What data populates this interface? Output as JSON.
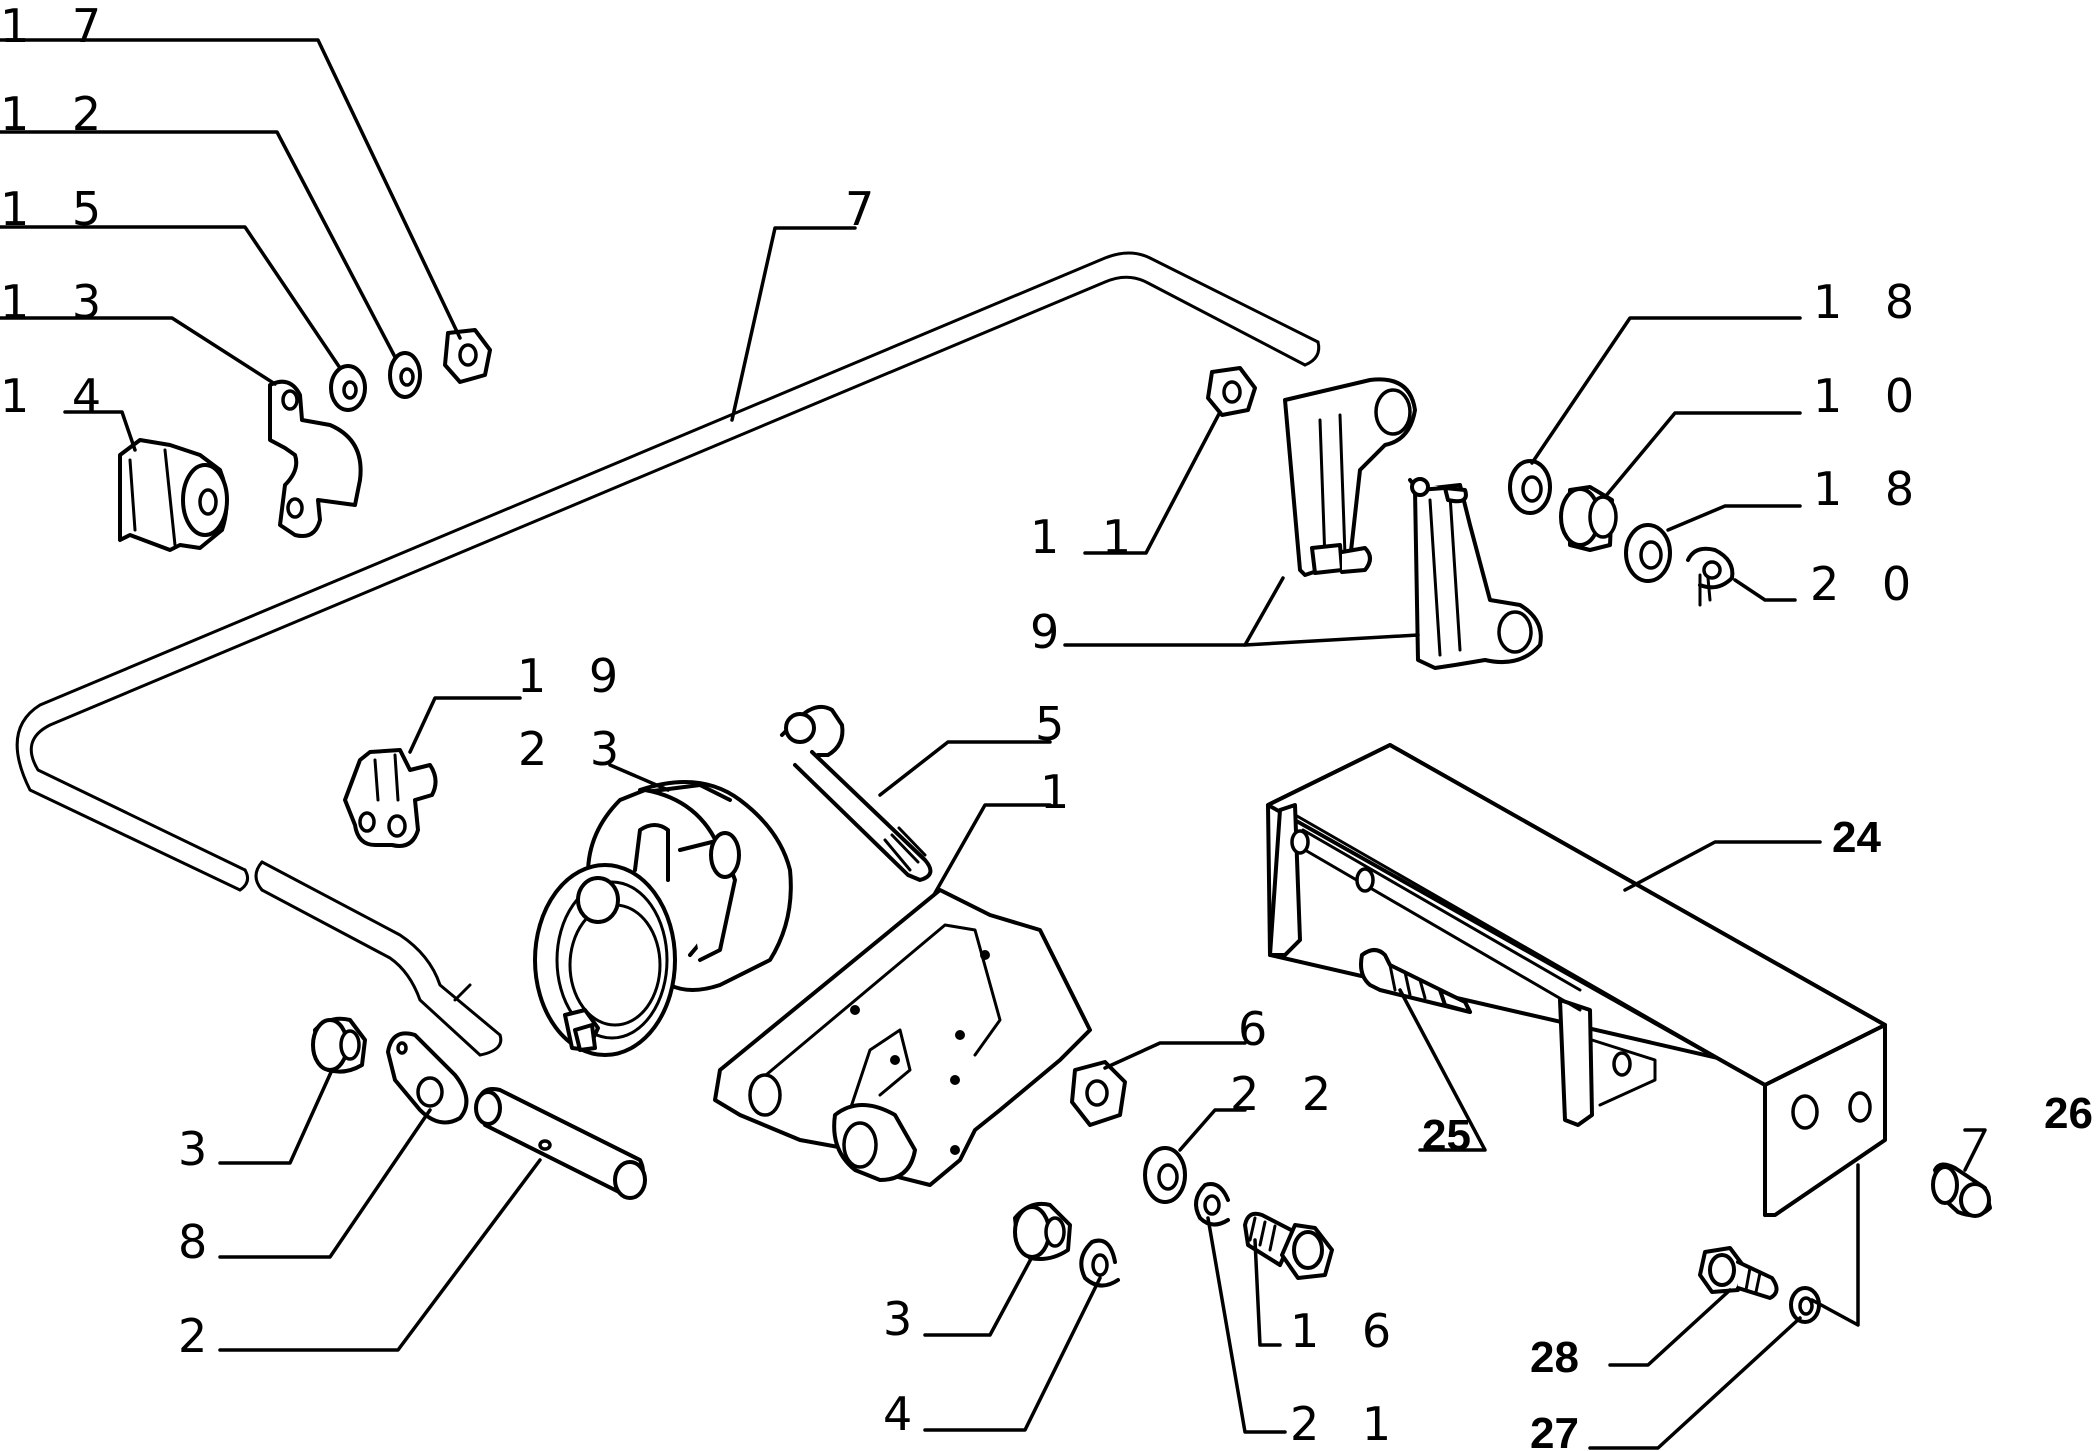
{
  "labels": {
    "l17": "1 7",
    "l12": "1 2",
    "l15": "1 5",
    "l13": "1 3",
    "l14": "1 4",
    "l7": "7",
    "l11": "1 1",
    "l9": "9",
    "l18a": "1 8",
    "l10": "1 0",
    "l18b": "1 8",
    "l20": "2 0",
    "l19": "1 9",
    "l23": "2 3",
    "l5": "5",
    "l1": "1",
    "l24": "24",
    "l25": "25",
    "l26": "26",
    "l6": "6",
    "l22": "2 2",
    "l3a": "3",
    "l8": "8",
    "l2": "2",
    "l3b": "3",
    "l4": "4",
    "l16": "1 6",
    "l21": "2 1",
    "l28": "28",
    "l27": "27"
  }
}
